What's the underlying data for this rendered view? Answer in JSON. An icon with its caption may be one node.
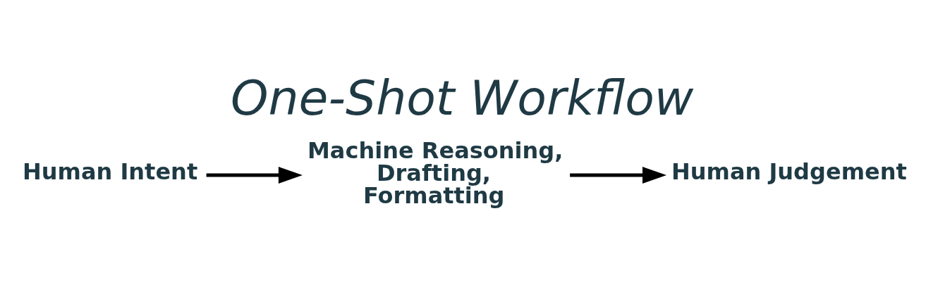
{
  "diagram": {
    "title": "One-Shot Workflow",
    "nodes": [
      {
        "text": [
          "Human Intent"
        ]
      },
      {
        "text": [
          "Machine Reasoning, Drafting, Formatting"
        ]
      },
      {
        "text": [
          "Human Judgement"
        ]
      }
    ],
    "edges": [
      {
        "from": 0,
        "to": 1,
        "arrow": "to"
      },
      {
        "from": 1,
        "to": 2,
        "arrow": "to"
      }
    ]
  }
}
